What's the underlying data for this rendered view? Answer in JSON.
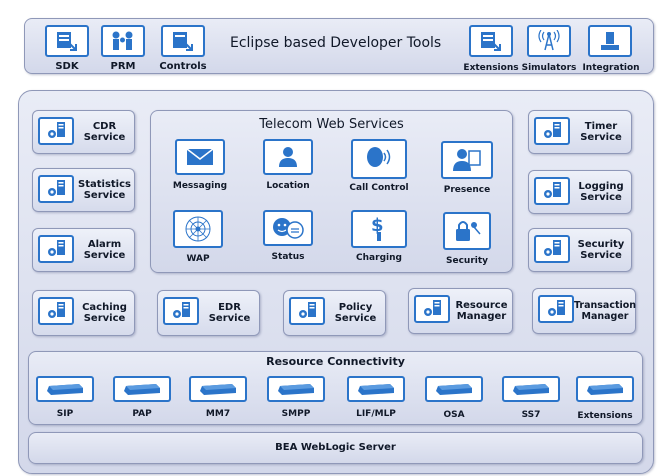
{
  "dev_tools": {
    "title": "Eclipse based Developer Tools",
    "left_tools": [
      "SDK",
      "PRM",
      "Controls"
    ],
    "right_tools": [
      "Extensions",
      "Simulators",
      "Integration"
    ]
  },
  "telecom": {
    "title": "Telecom Web Services",
    "row1": [
      "Messaging",
      "Location",
      "Call Control",
      "Presence"
    ],
    "row2": [
      "WAP",
      "Status",
      "Charging",
      "Security"
    ]
  },
  "left_services": [
    {
      "line1": "CDR",
      "line2": "Service"
    },
    {
      "line1": "Statistics",
      "line2": "Service"
    },
    {
      "line1": "Alarm",
      "line2": "Service"
    }
  ],
  "right_services": [
    {
      "line1": "Timer",
      "line2": "Service"
    },
    {
      "line1": "Logging",
      "line2": "Service"
    },
    {
      "line1": "Security",
      "line2": "Service"
    }
  ],
  "bottom_services": [
    {
      "line1": "Caching",
      "line2": "Service"
    },
    {
      "line1": "EDR",
      "line2": "Service"
    },
    {
      "line1": "Policy",
      "line2": "Service"
    },
    {
      "line1": "Resource",
      "line2": "Manager"
    },
    {
      "line1": "Transaction",
      "line2": "Manager"
    }
  ],
  "connectivity": {
    "title": "Resource Connectivity",
    "items": [
      "SIP",
      "PAP",
      "MM7",
      "SMPP",
      "LIF/MLP",
      "OSA",
      "SS7",
      "Extensions"
    ]
  },
  "server": {
    "title": "BEA WebLogic Server"
  },
  "colors": {
    "icon_blue": "#2b74c9",
    "panel_border": "#8f98b8"
  }
}
